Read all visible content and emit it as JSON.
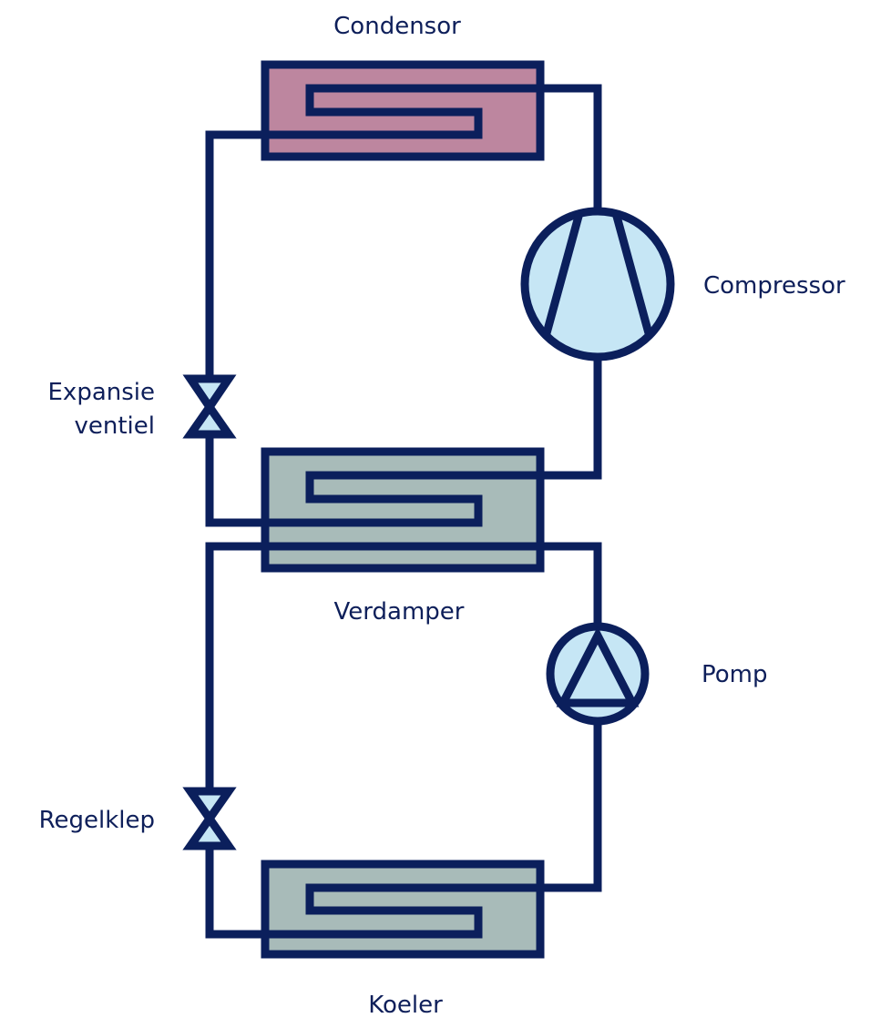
{
  "colors": {
    "line": "#0b1f5c",
    "text": "#0e1f5a",
    "condensor_fill": "#bd869f",
    "exchanger_fill": "#a8bbb9",
    "component_fill": "#c6e6f5"
  },
  "labels": {
    "condensor": "Condensor",
    "compressor": "Compressor",
    "expansie_line1": "Expansie",
    "expansie_line2": "ventiel",
    "verdamper": "Verdamper",
    "pomp": "Pomp",
    "regelklep": "Regelklep",
    "koeler": "Koeler"
  },
  "components": [
    {
      "id": "condensor",
      "type": "heat-exchanger"
    },
    {
      "id": "compressor",
      "type": "compressor"
    },
    {
      "id": "expansie-ventiel",
      "type": "valve"
    },
    {
      "id": "verdamper",
      "type": "heat-exchanger"
    },
    {
      "id": "pomp",
      "type": "pump"
    },
    {
      "id": "regelklep",
      "type": "valve"
    },
    {
      "id": "koeler",
      "type": "heat-exchanger"
    }
  ]
}
